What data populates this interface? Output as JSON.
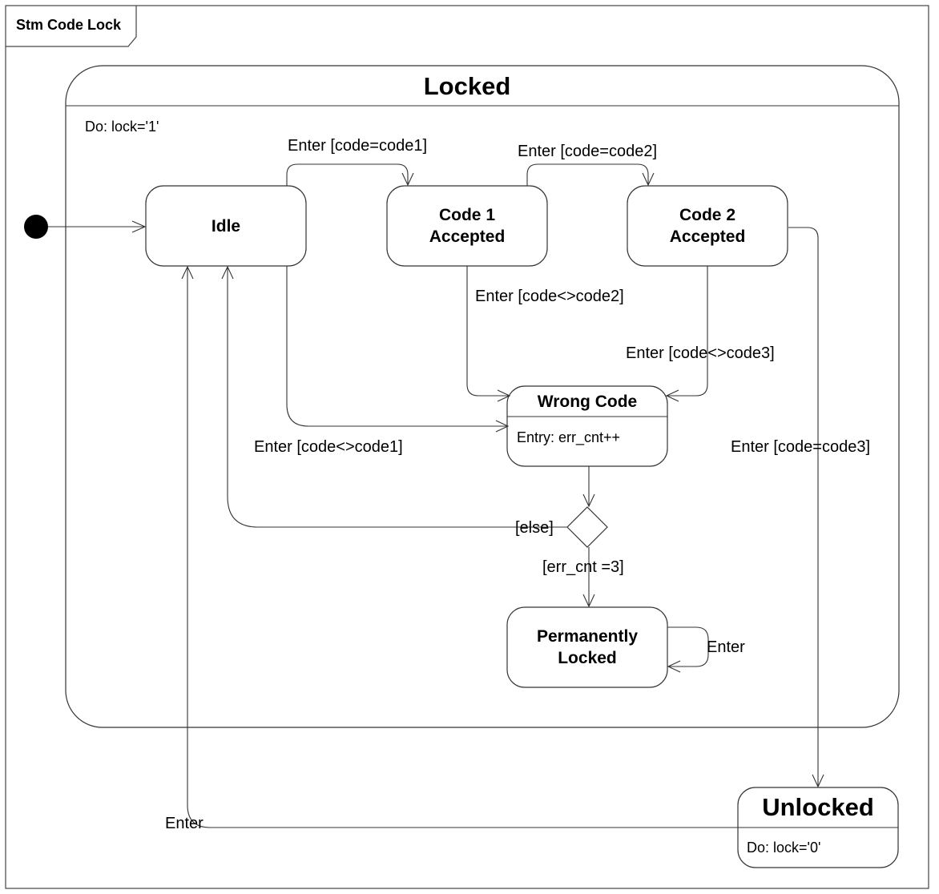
{
  "frame": {
    "title": "Stm Code Lock"
  },
  "states": {
    "locked": {
      "name": "Locked",
      "activity": "Do: lock='1'"
    },
    "idle": {
      "name": "Idle"
    },
    "code1": {
      "line1": "Code 1",
      "line2": "Accepted"
    },
    "code2": {
      "line1": "Code 2",
      "line2": "Accepted"
    },
    "wrong_code": {
      "name": "Wrong Code",
      "activity": "Entry: err_cnt++"
    },
    "perm_locked": {
      "line1": "Permanently",
      "line2": "Locked"
    },
    "unlocked": {
      "name": "Unlocked",
      "activity": "Do: lock='0'"
    }
  },
  "transitions": {
    "idle_to_code1": "Enter [code=code1]",
    "code1_to_code2": "Enter [code=code2]",
    "code1_to_wrong": "Enter [code<>code2]",
    "code2_to_wrong": "Enter [code<>code3]",
    "idle_to_wrong": "Enter [code<>code1]",
    "code2_to_unlocked": "Enter [code=code3]",
    "choice_else": "[else]",
    "choice_errcnt": "[err_cnt =3]",
    "perm_self": "Enter",
    "unlocked_to_idle": "Enter"
  }
}
